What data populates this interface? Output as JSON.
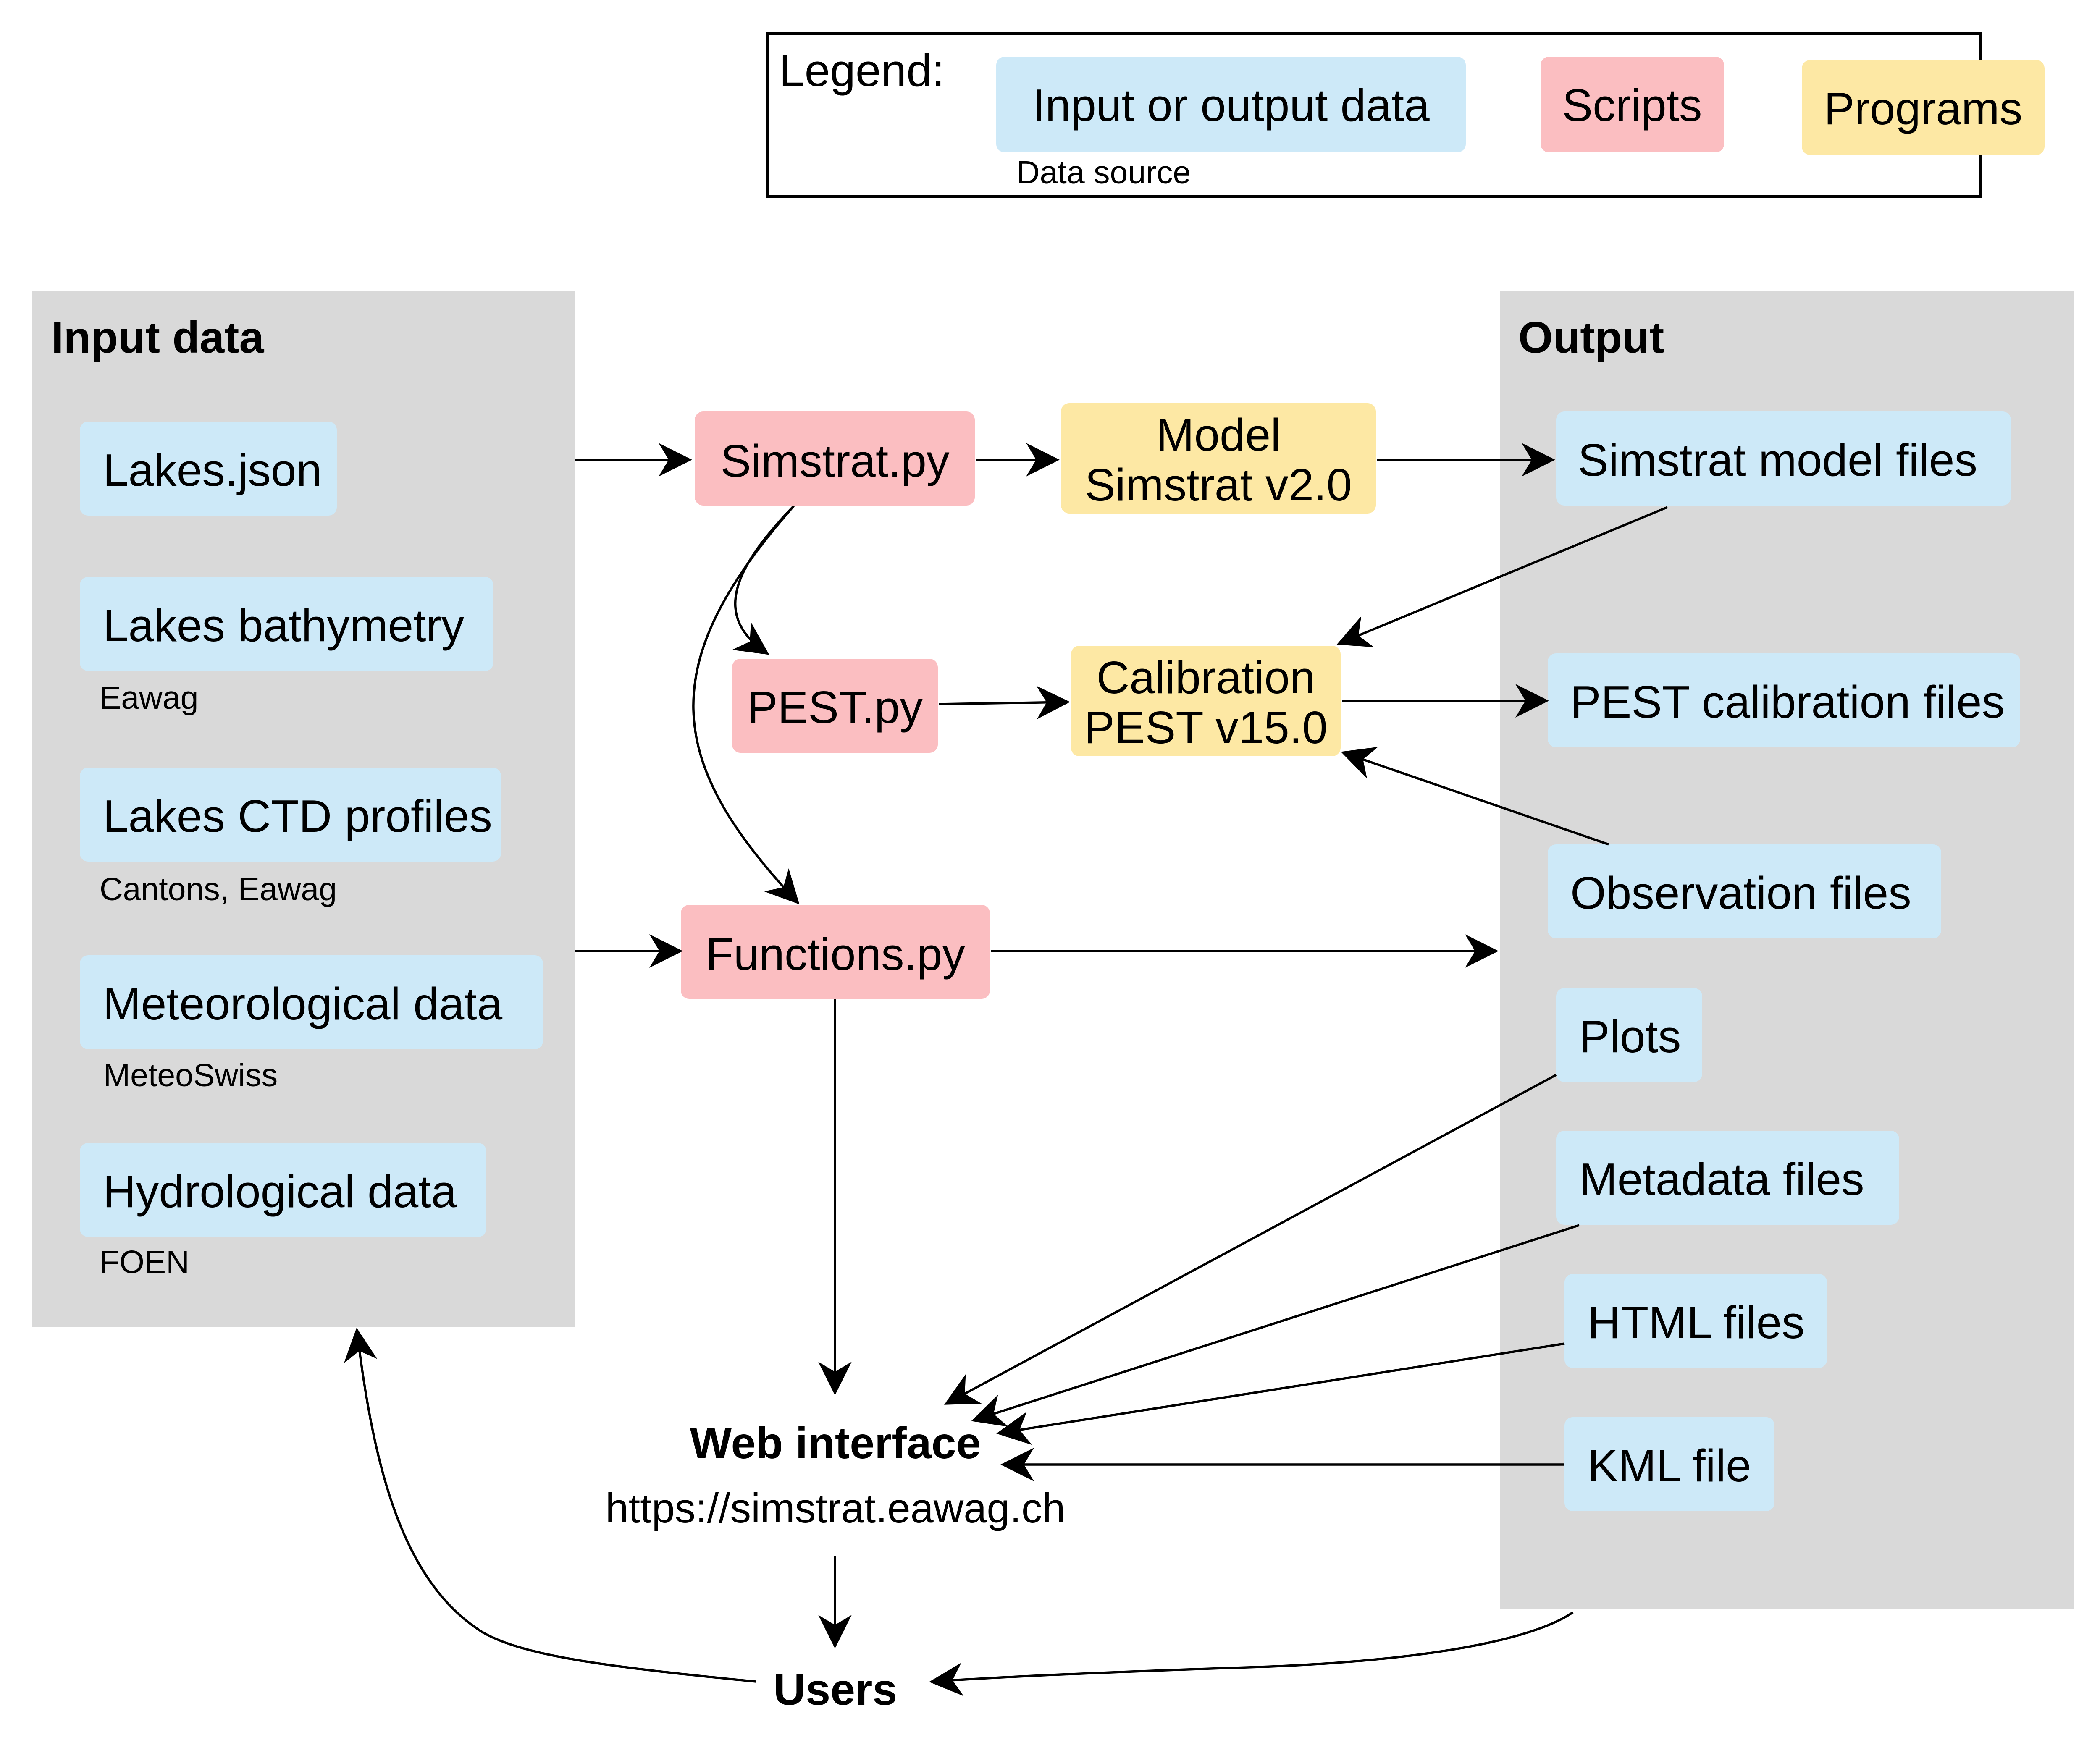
{
  "legend": {
    "title": "Legend:",
    "data_label": "Input or output data",
    "data_source_label": "Data source",
    "scripts_label": "Scripts",
    "programs_label": "Programs"
  },
  "input_panel": {
    "title": "Input data",
    "items": [
      {
        "label": "Lakes.json",
        "source": ""
      },
      {
        "label": "Lakes bathymetry",
        "source": "Eawag"
      },
      {
        "label": "Lakes CTD profiles",
        "source": "Cantons, Eawag"
      },
      {
        "label": "Meteorological data",
        "source": "MeteoSwiss"
      },
      {
        "label": "Hydrological data",
        "source": "FOEN"
      }
    ]
  },
  "scripts": {
    "simstrat": "Simstrat.py",
    "pest": "PEST.py",
    "functions": "Functions.py"
  },
  "programs": {
    "model_line1": "Model",
    "model_line2": "Simstrat v2.0",
    "calibration_line1": "Calibration",
    "calibration_line2": "PEST v15.0"
  },
  "output_panel": {
    "title": "Output",
    "items": [
      "Simstrat model files",
      "PEST calibration files",
      "Observation files",
      "Plots",
      "Metadata files",
      "HTML files",
      "KML file"
    ]
  },
  "web": {
    "title": "Web interface",
    "url": "https://simstrat.eawag.ch"
  },
  "users": "Users",
  "colors": {
    "data": "#cde9f8",
    "script": "#fbbec1",
    "program": "#fde8a4",
    "panel": "#d9d9d9"
  }
}
